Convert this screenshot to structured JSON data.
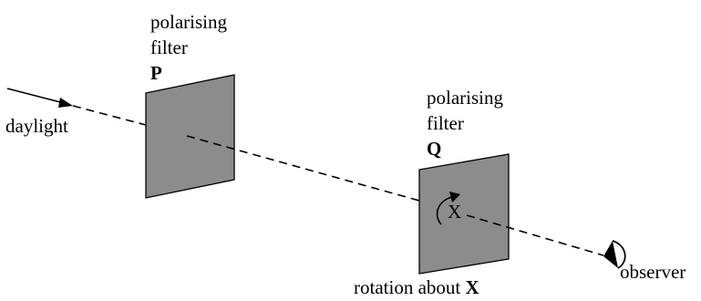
{
  "diagram": {
    "incoming_label": "daylight",
    "filter_p": {
      "line1": "polarising",
      "line2": "filter",
      "letter": "P"
    },
    "filter_q": {
      "line1": "polarising",
      "line2": "filter",
      "letter": "Q"
    },
    "axis_symbol": "X",
    "rotation_label": {
      "text": "rotation about ",
      "axis": "X"
    },
    "observer_label": "observer",
    "colors": {
      "filter_fill": "#8c8c8c",
      "line": "#000000",
      "background": "#ffffff"
    }
  }
}
